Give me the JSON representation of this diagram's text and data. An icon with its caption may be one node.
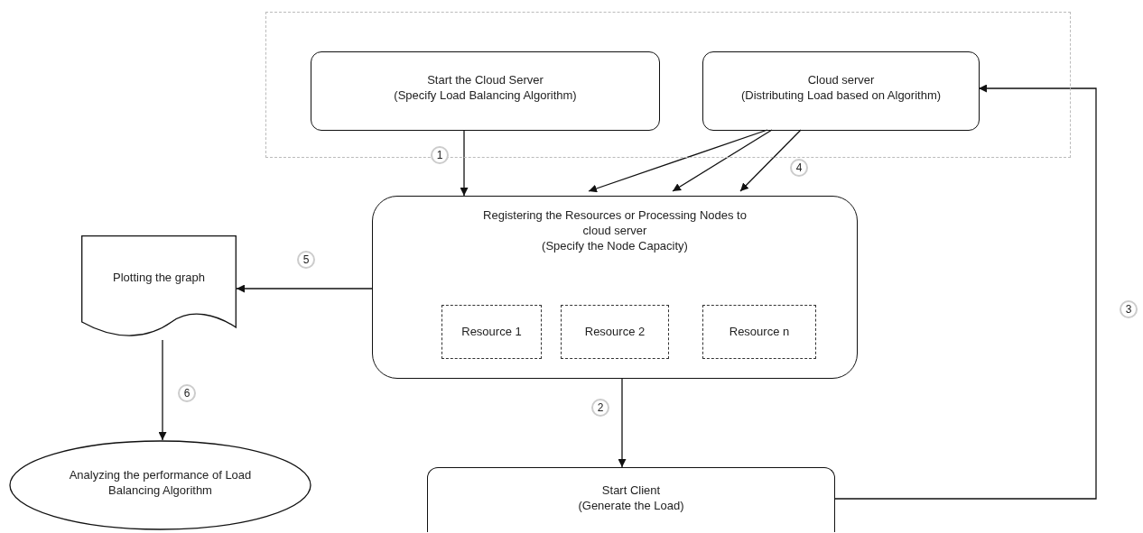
{
  "diagram": {
    "nodes": [
      {
        "text": [],
        "shape": "box"
      },
      {
        "text": [
          "Start the Cloud Server",
          "(Specify Load Balancing Algorithm)"
        ],
        "in": 0
      },
      {
        "text": [
          "Cloud server",
          "(Distributing Load based on Algorithm)"
        ],
        "in": 0
      },
      {
        "text": [
          "Registering the Resources or Processing Nodes to cloud server",
          "(Specify the Node Capacity)"
        ]
      },
      {
        "text": [
          "Resource 1"
        ],
        "in": 3
      },
      {
        "text": [
          "Resource 2"
        ],
        "in": 3
      },
      {
        "text": [
          "Resource n"
        ],
        "in": 3
      },
      {
        "text": [
          "Plotting the graph"
        ]
      },
      {
        "text": [
          "Analyzing the performance of Load Balancing Algorithm"
        ]
      },
      {
        "text": [
          "Start Client",
          "(Generate the Load)"
        ]
      }
    ],
    "edges": [
      {
        "from": 1,
        "to": 3,
        "arrow": "to",
        "label": "1"
      },
      {
        "from": 2,
        "to": 3,
        "arrow": "to"
      },
      {
        "from": 2,
        "to": 3,
        "arrow": "to"
      },
      {
        "from": 2,
        "to": 3,
        "arrow": "to",
        "label": "4"
      },
      {
        "from": 3,
        "to": 9,
        "arrow": "to",
        "label": "2"
      },
      {
        "from": 9,
        "to": 2,
        "arrow": "to",
        "label": "3"
      },
      {
        "from": 3,
        "to": 7,
        "arrow": "to",
        "label": "5"
      },
      {
        "from": 7,
        "to": 8,
        "arrow": "to",
        "label": "6"
      }
    ]
  }
}
